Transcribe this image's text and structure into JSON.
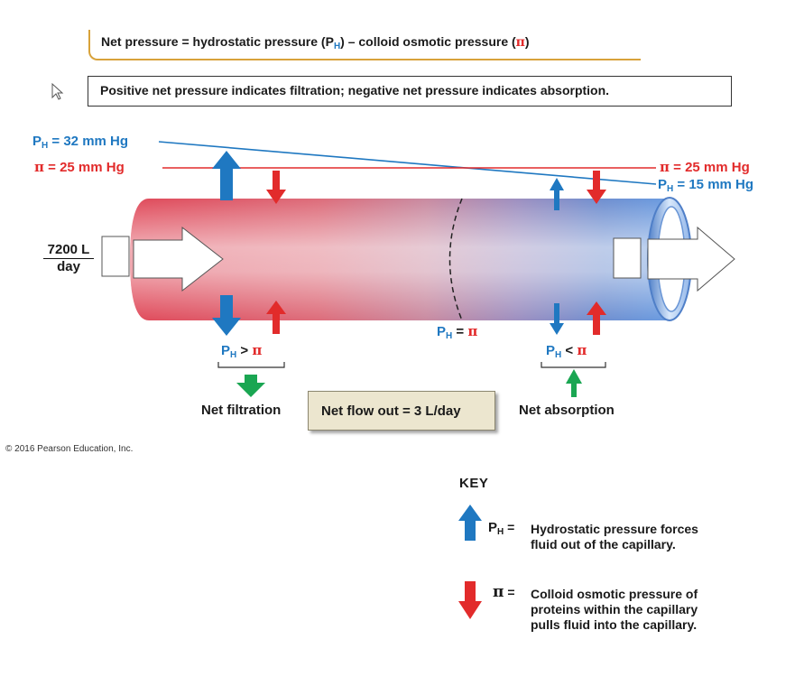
{
  "formula": {
    "text_a": "Net pressure = hydrostatic pressure (P",
    "sub_h": "H",
    "text_b": ") – colloid osmotic pressure (",
    "pi": "π",
    "text_c": ")"
  },
  "info": "Positive net pressure indicates filtration; negative net pressure indicates absorption.",
  "left": {
    "ph_label": "P",
    "ph_sub": "H",
    "ph_value": " = 32 mm Hg",
    "pi_label": "π",
    "pi_value": " = 25 mm Hg",
    "flow_top": "7200 L",
    "flow_bottom": "day",
    "compare_op": " > ",
    "result": "Net filtration"
  },
  "right": {
    "pi_value": " = 25 mm Hg",
    "ph_value": " = 15 mm Hg",
    "compare_op": " < ",
    "result": "Net absorption"
  },
  "middle": {
    "equal": " = "
  },
  "net_flow": "Net flow out = 3 L/day",
  "credit": "© 2016 Pearson Education, Inc.",
  "key": {
    "title": "KEY",
    "ph_eq": " = ",
    "ph_desc_1": "Hydrostatic pressure forces",
    "ph_desc_2": "fluid out of the capillary.",
    "pi_eq": " = ",
    "pi_desc_1": "Colloid osmotic pressure of",
    "pi_desc_2": "proteins within the capillary",
    "pi_desc_3": "pulls fluid into the capillary."
  },
  "colors": {
    "blue": "#1f78c1",
    "red": "#e22b2b",
    "green": "#1aa652",
    "orange_rule": "#d8a23a"
  }
}
